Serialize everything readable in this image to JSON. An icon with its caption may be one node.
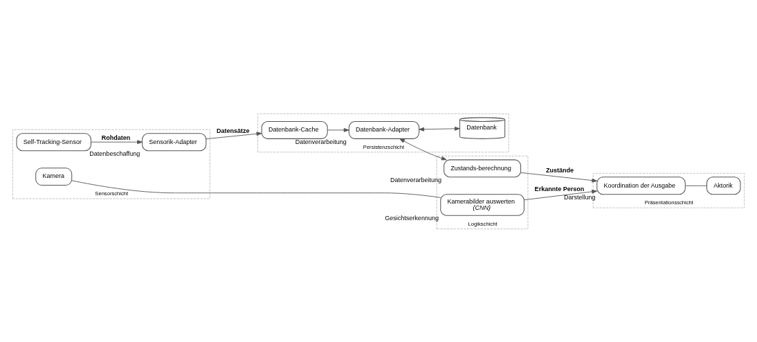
{
  "diagram": {
    "nodes": [
      {
        "text": [
          "Sensorschicht"
        ]
      },
      {
        "text": [
          "Kamera"
        ],
        "in": 0
      },
      {
        "text": [
          "Self-Tracking-Sensor"
        ],
        "in": 0
      },
      {
        "text": [
          "Sensorik-Adapter"
        ],
        "beside": [
          "Datenbeschaffung"
        ],
        "in": 0
      },
      {
        "text": [
          "Persistenzschicht"
        ]
      },
      {
        "text": [
          "Datenbank-Cache"
        ],
        "in": 4
      },
      {
        "text": [
          "Datenbank-Adapter"
        ],
        "beside": [
          "Datenverarbeitung"
        ],
        "in": 4
      },
      {
        "text": [
          "Datenbank"
        ],
        "in": 4
      },
      {
        "text": [
          "Logikschicht"
        ]
      },
      {
        "text": [
          "Kamerabilder auswerten",
          "(CNN)"
        ],
        "beside": [
          "Gesichtserkennung"
        ],
        "in": 8
      },
      {
        "text": [
          "Zustands-berechnung"
        ],
        "beside": [
          "Datenverarbeitung"
        ],
        "in": 8
      },
      {
        "text": [
          "Präsentationsschicht"
        ]
      },
      {
        "text": [
          "Koordination der Ausgabe"
        ],
        "beside": [
          "Darstellung"
        ],
        "in": 11
      },
      {
        "text": [
          "Aktorik"
        ],
        "in": 11
      }
    ],
    "edges": [
      {
        "from": 1,
        "to": 9,
        "arrow": "none"
      },
      {
        "from": 2,
        "to": 3,
        "arrow": "to",
        "label": "Rohdaten"
      },
      {
        "from": 3,
        "to": 5,
        "arrow": "to",
        "label": "Datensätze"
      },
      {
        "from": 5,
        "to": 6,
        "arrow": "to"
      },
      {
        "from": 6,
        "to": 7,
        "arrow": "both"
      },
      {
        "from": 6,
        "to": 10,
        "arrow": "both"
      },
      {
        "from": 9,
        "to": 12,
        "arrow": "to",
        "label": "Erkannte Person"
      },
      {
        "from": 10,
        "to": 12,
        "arrow": "to",
        "label": "Zustände"
      },
      {
        "from": 12,
        "to": 13,
        "arrow": "none"
      }
    ]
  }
}
